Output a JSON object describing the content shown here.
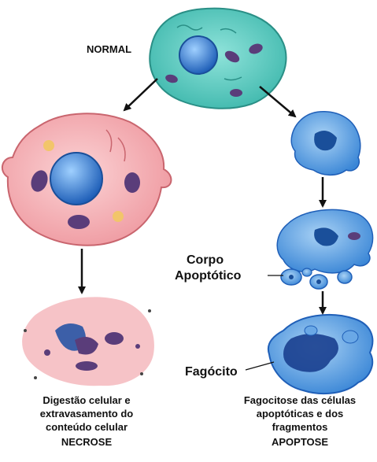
{
  "labels": {
    "normal": "NORMAL",
    "corpo_line1": "Corpo",
    "corpo_line2": "Apoptótico",
    "fagocito": "Fagócito"
  },
  "necrose_caption": {
    "lines": [
      "Digestão celular e",
      "extravasamento do",
      "conteúdo celular"
    ],
    "title": "NECROSE"
  },
  "apoptose_caption": {
    "lines": [
      "Fagocitose das células",
      "apoptóticas e dos",
      "fragmentos"
    ],
    "title": "APOPTOSE"
  },
  "colors": {
    "normal_cell": "#53c7bd",
    "necrotic_cell": "#f2a8ad",
    "apoptotic_cell": "#4f9be0",
    "nucleus": "#2f7fd9",
    "mitochondria": "#5a3d7a",
    "arrow": "#111111"
  }
}
